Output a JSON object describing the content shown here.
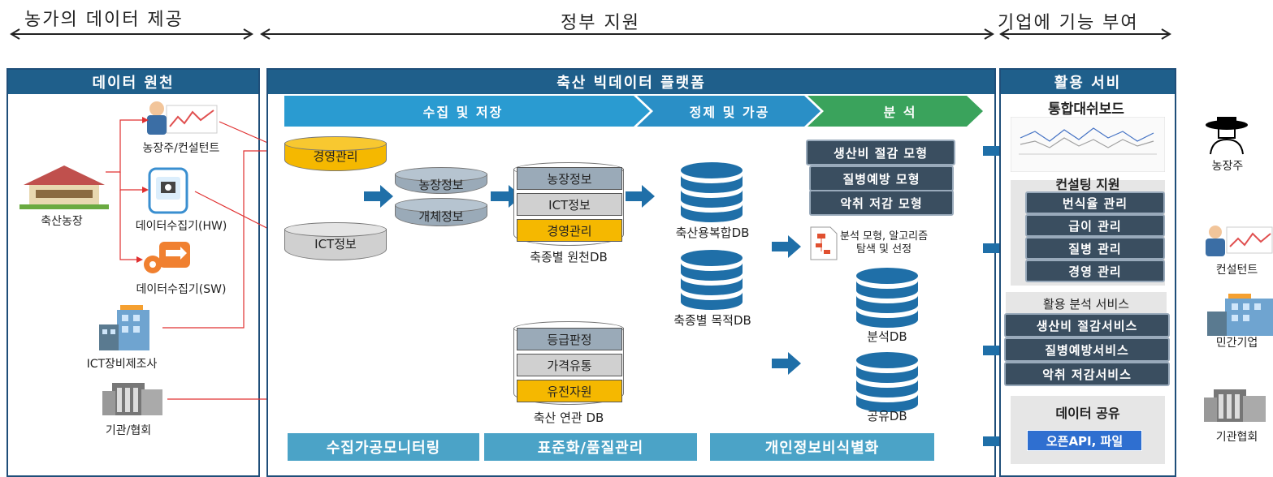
{
  "header": {
    "left": "농가의 데이터 제공",
    "center": "정부 지원",
    "right": "기업에 기능 부여"
  },
  "source_panel": {
    "title": "데이터 원천",
    "items": {
      "farm": "축산농장",
      "farmer": "농장주/컨설턴트",
      "collector_hw": "데이터수집기(HW)",
      "collector_sw": "데이터수집기(SW)",
      "ict_maker": "ICT장비제조사",
      "institution": "기관/협회"
    }
  },
  "platform": {
    "title": "축산 빅데이터 플랫폼",
    "stages": [
      "수집 및 저장",
      "정제 및 가공",
      "분 석"
    ],
    "db": {
      "management": "경영관리",
      "ict": "ICT정보",
      "farm_info": "농장정보",
      "individual_info": "개체정보",
      "source_db": {
        "rows": [
          "농장정보",
          "ICT정보",
          "경영관리"
        ],
        "caption": "축종별 원천DB"
      },
      "related_db": {
        "rows": [
          "등급판정",
          "가격유통",
          "유전자원"
        ],
        "caption": "축산 연관 DB"
      },
      "complex_db": "축산용복합DB",
      "purpose_db": "축종별 목적DB",
      "analysis_db": "분석DB",
      "shared_db": "공유DB"
    },
    "models": [
      "생산비 절감 모형",
      "질병예방 모형",
      "악취 저감 모형"
    ],
    "algorithm_label_1": "분석 모형, 알고리즘",
    "algorithm_label_2": "탐색 및 선정",
    "bottom": [
      "수집가공모니터링",
      "표준화/품질관리",
      "개인정보비식별화"
    ]
  },
  "services": {
    "title": "활용 서비",
    "dashboard": "통합대쉬보드",
    "consulting": {
      "title": "컨설팅 지원",
      "items": [
        "번식율 관리",
        "급이 관리",
        "질병 관리",
        "경영 관리"
      ]
    },
    "analysis": {
      "title": "활용 분석 서비스",
      "items": [
        "생산비 절감서비스",
        "질병예방서비스",
        "악취 저감서비스"
      ]
    },
    "data_share": {
      "title": "데이터 공유",
      "item": "오픈API, 파일"
    }
  },
  "users": [
    "농장주",
    "컨설턴트",
    "민간기업",
    "기관협회"
  ],
  "colors": {
    "panel_blue": "#1f5f8b",
    "stage_blue": "#2a9bd1",
    "stage_green": "#3aa35c",
    "yellow": "#f5b800",
    "arrow": "#1f5f8b",
    "red_line": "#e03030"
  }
}
